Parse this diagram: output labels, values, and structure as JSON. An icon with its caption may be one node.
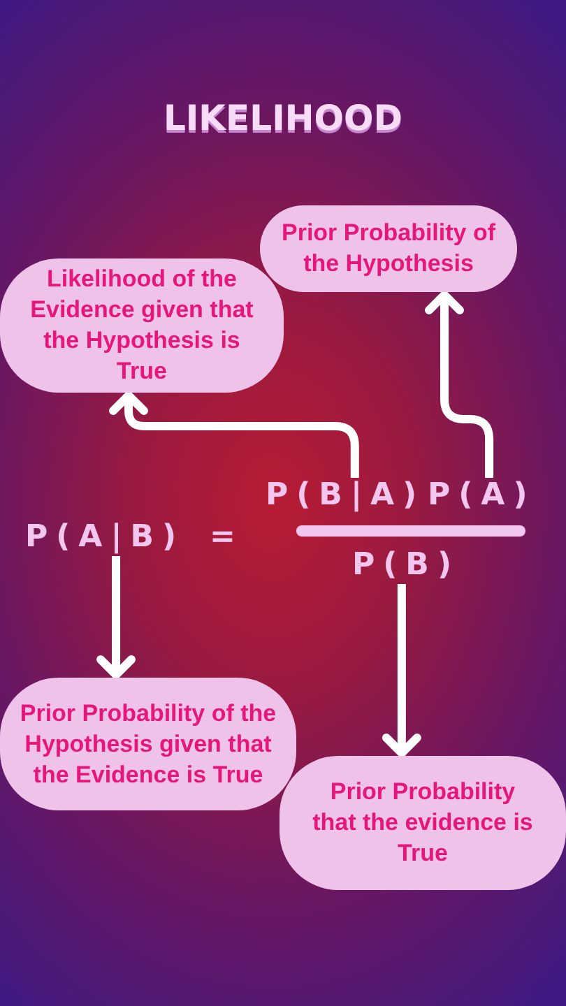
{
  "diagram": {
    "title": "LIKELIHOOD",
    "nodes": [
      {
        "text": [
          "Prior Probability of the Hypothesis"
        ]
      },
      {
        "text": [
          "Likelihood of the Evidence given that the Hypothesis is True"
        ]
      },
      {
        "text": [
          "P(A|B)"
        ]
      },
      {
        "text": [
          "P(B|A)"
        ]
      },
      {
        "text": [
          "P(A)"
        ]
      },
      {
        "text": [
          "P(B)"
        ]
      },
      {
        "text": [
          "Prior Probability of the Hypothesis given that the Evidence is True"
        ]
      },
      {
        "text": [
          "Prior Probability that the evidence is True"
        ]
      }
    ],
    "edges": [
      {
        "from": 3,
        "to": 1,
        "arrow": "to"
      },
      {
        "from": 4,
        "to": 0,
        "arrow": "to"
      },
      {
        "from": 2,
        "to": 6,
        "arrow": "to"
      },
      {
        "from": 5,
        "to": 7,
        "arrow": "to"
      }
    ],
    "labels": [
      "="
    ]
  }
}
